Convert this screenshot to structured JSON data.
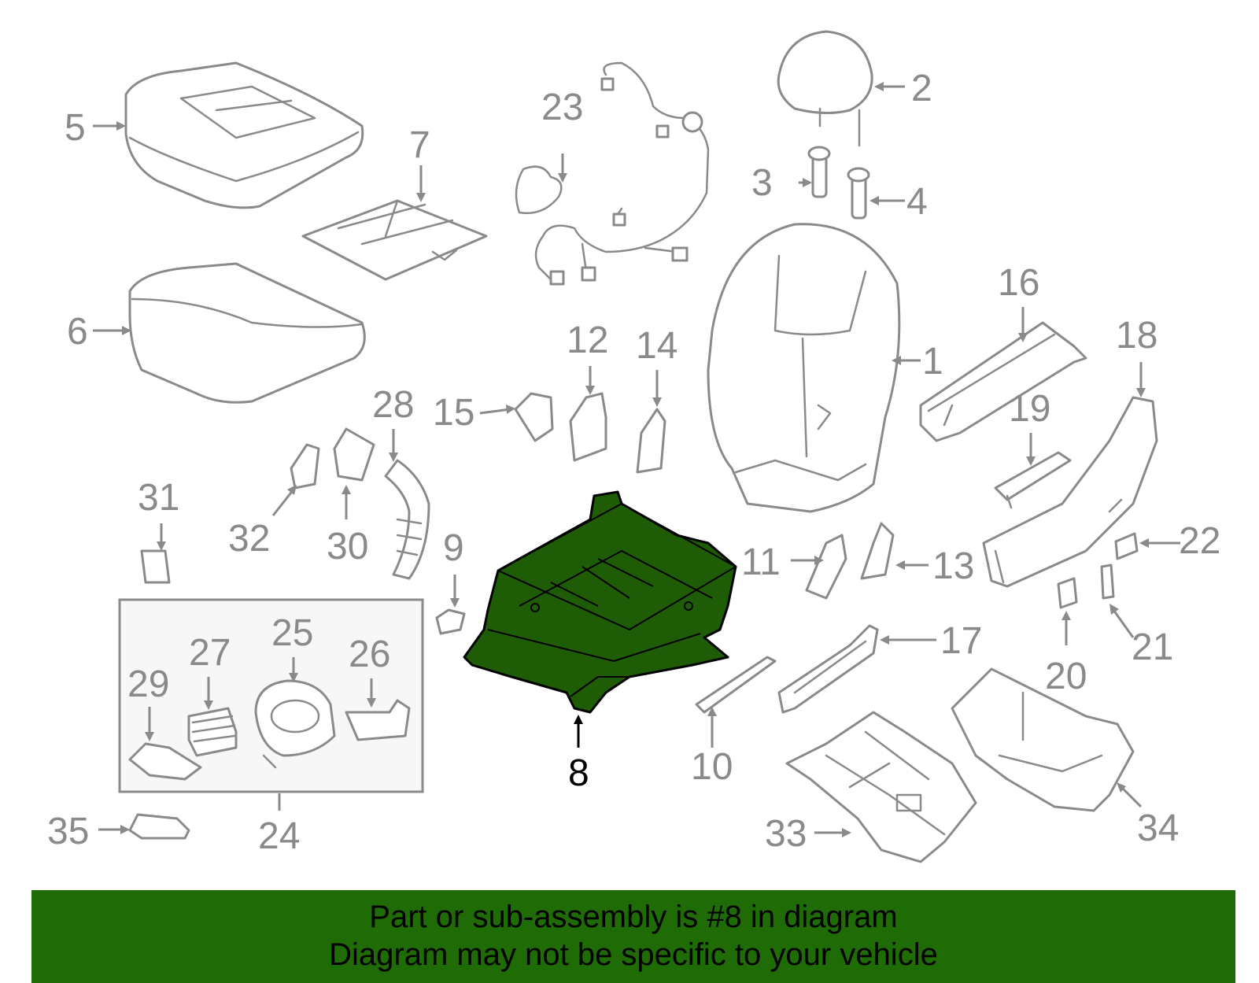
{
  "callouts": {
    "c1": "1",
    "c2": "2",
    "c3": "3",
    "c4": "4",
    "c5": "5",
    "c6": "6",
    "c7": "7",
    "c8": "8",
    "c9": "9",
    "c10": "10",
    "c11": "11",
    "c12": "12",
    "c13": "13",
    "c14": "14",
    "c15": "15",
    "c16": "16",
    "c17": "17",
    "c18": "18",
    "c19": "19",
    "c20": "20",
    "c21": "21",
    "c22": "22",
    "c23": "23",
    "c24": "24",
    "c25": "25",
    "c26": "26",
    "c27": "27",
    "c28": "28",
    "c29": "29",
    "c30": "30",
    "c31": "31",
    "c32": "32",
    "c33": "33",
    "c34": "34",
    "c35": "35"
  },
  "highlight_color": "#1f5c06",
  "banner": {
    "line1": "Part or sub-assembly is #8 in diagram",
    "line2": "Diagram may not be specific to your vehicle",
    "background": "#1f6b06"
  }
}
